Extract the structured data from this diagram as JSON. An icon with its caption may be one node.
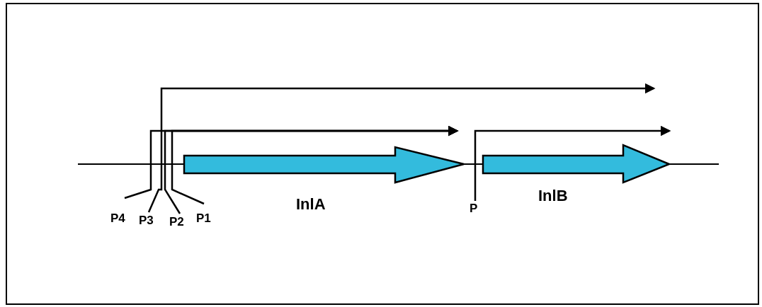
{
  "diagram": {
    "nodes": [
      {
        "text": [
          "P4"
        ]
      },
      {
        "text": [
          "P3"
        ]
      },
      {
        "text": [
          "P2"
        ]
      },
      {
        "text": [
          "P1"
        ]
      },
      {
        "text": [
          "InlA"
        ]
      },
      {
        "text": [
          "P"
        ]
      },
      {
        "text": [
          "InlB"
        ]
      }
    ],
    "edges": [
      {
        "from": 0,
        "to": null,
        "arrow": "to"
      },
      {
        "from": 1,
        "to": null,
        "arrow": "to"
      },
      {
        "from": 2,
        "to": null,
        "arrow": "to"
      },
      {
        "from": 3,
        "to": null,
        "arrow": "to"
      },
      {
        "from": 5,
        "to": null,
        "arrow": "to"
      }
    ]
  }
}
